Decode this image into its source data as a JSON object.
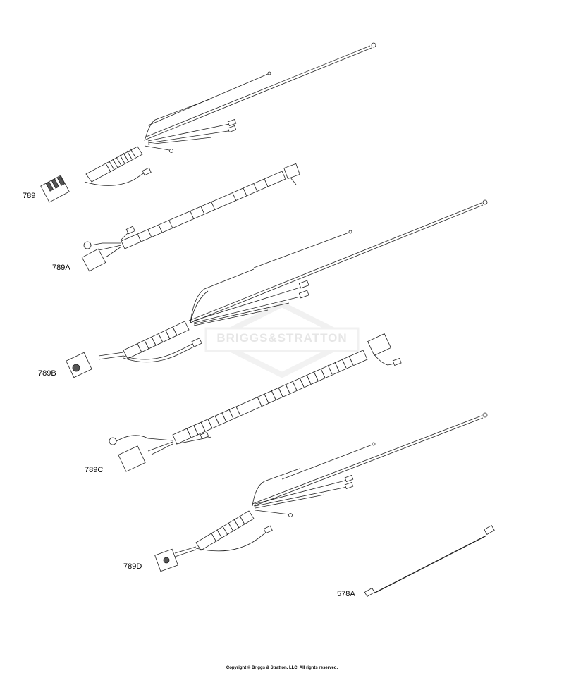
{
  "labels": {
    "p789": "789",
    "p789A": "789A",
    "p789B": "789B",
    "p789C": "789C",
    "p789D": "789D",
    "p578A": "578A"
  },
  "watermark": "BRIGGS&STRATTON",
  "copyright": "Copyright © Briggs & Stratton, LLC. All rights reserved."
}
